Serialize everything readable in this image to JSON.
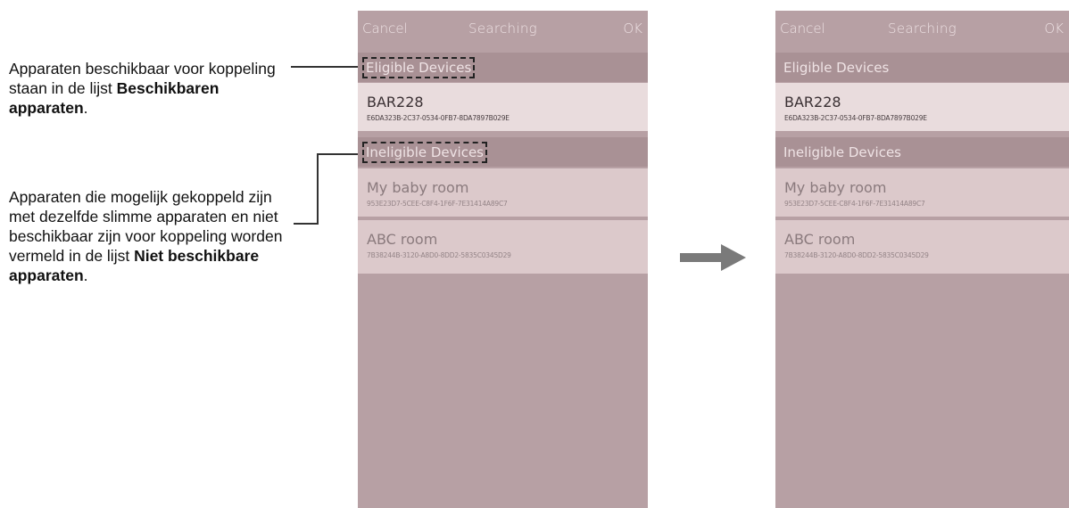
{
  "annotations": {
    "eligible": {
      "text_before": "Apparaten beschikbaar voor koppeling staan in de lijst ",
      "bold": "Beschikbaren apparaten",
      "text_after": "."
    },
    "ineligible": {
      "text_before": "Apparaten die mogelijk gekoppeld zijn met dezelfde slimme apparaten en niet beschikbaar zijn voor koppeling worden vermeld in de lijst ",
      "bold": "Niet beschikbare apparaten",
      "text_after": "."
    }
  },
  "screen": {
    "cancel_label": "Cancel",
    "title": "Searching",
    "ok_label": "OK",
    "eligible_header": "Eligible Devices",
    "ineligible_header": "Ineligible Devices",
    "eligible_devices": [
      {
        "name": "BAR228",
        "uuid": "E6DA323B-2C37-0534-0FB7-8DA7897B029E"
      }
    ],
    "ineligible_devices": [
      {
        "name": "My baby room",
        "uuid": "953E23D7-5CEE-C8F4-1F6F-7E31414A89C7"
      },
      {
        "name": "ABC room",
        "uuid": "7B38244B-3120-A8D0-8DD2-5835C0345D29"
      }
    ]
  },
  "colors": {
    "screen_background": "#b7a0a4",
    "section_header": "#a99195",
    "device_row": "#e9dcdd",
    "arrow": "#7a7a7a"
  },
  "icons": [
    "right-arrow-icon"
  ]
}
